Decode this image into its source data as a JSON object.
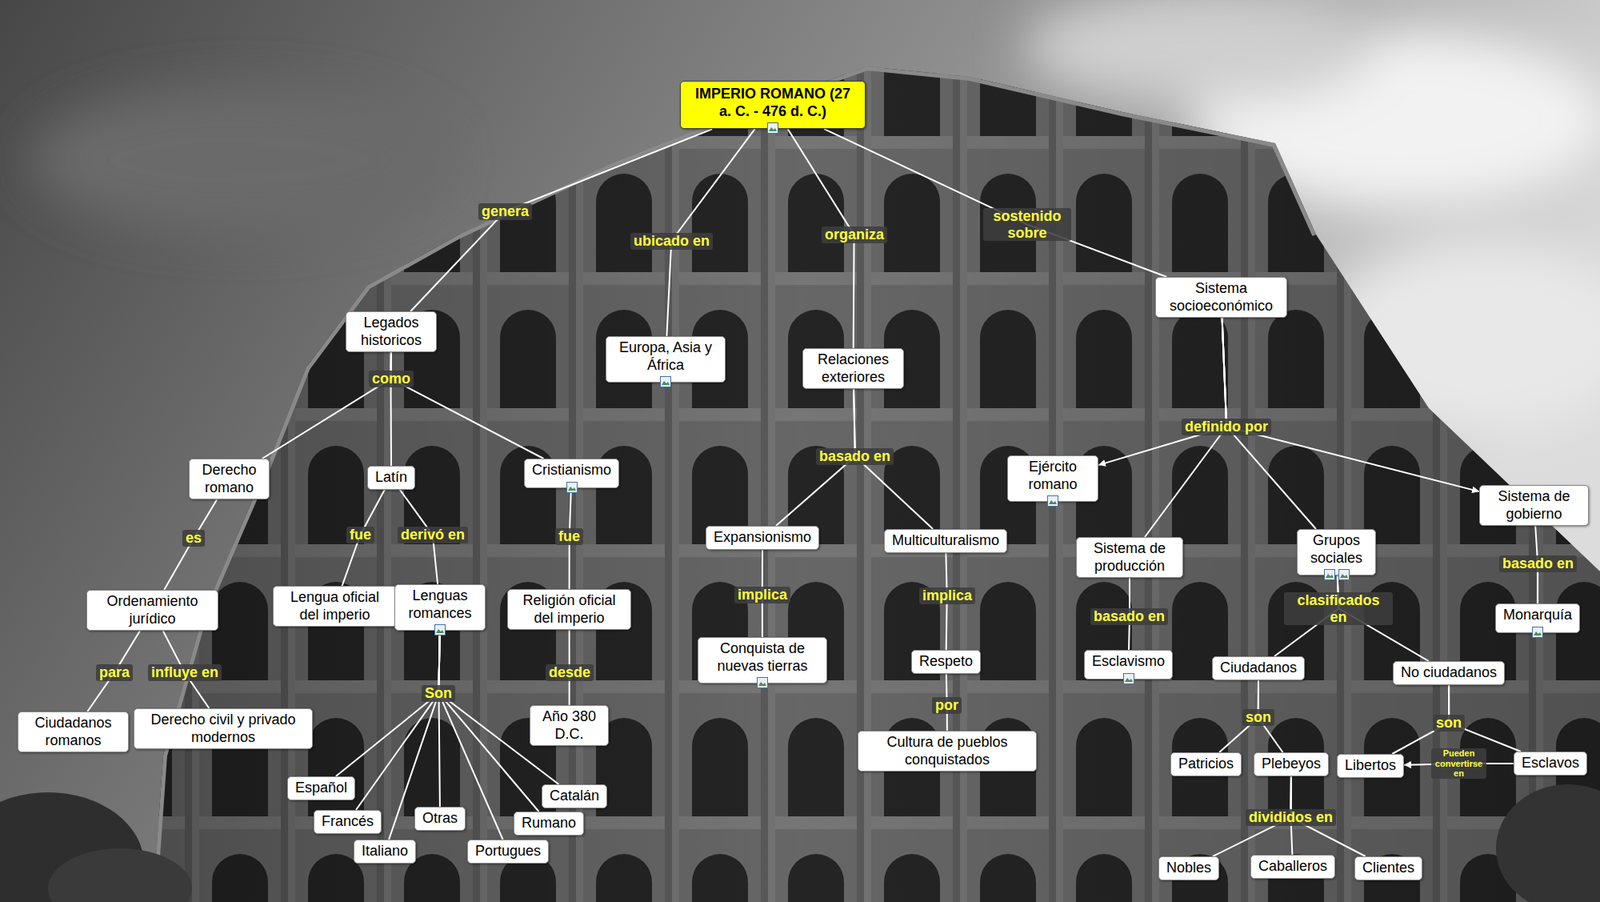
{
  "diagram": {
    "nodes": [
      {
        "text": [
          "IMPERIO ROMANO (27 a. C. - 476 d. C.)"
        ]
      },
      {
        "text": [
          "Legados historicos"
        ]
      },
      {
        "text": [
          "Europa, Asia y África"
        ]
      },
      {
        "text": [
          "Relaciones exteriores"
        ]
      },
      {
        "text": [
          "Sistema socioeconómico"
        ]
      },
      {
        "text": [
          "Derecho romano"
        ]
      },
      {
        "text": [
          "Latín"
        ]
      },
      {
        "text": [
          "Cristianismo"
        ]
      },
      {
        "text": [
          "Ejército romano"
        ]
      },
      {
        "text": [
          "Sistema de gobierno"
        ]
      },
      {
        "text": [
          "Expansionismo"
        ]
      },
      {
        "text": [
          "Multiculturalismo"
        ]
      },
      {
        "text": [
          "Sistema de producción"
        ]
      },
      {
        "text": [
          "Grupos sociales"
        ]
      },
      {
        "text": [
          "Ordenamiento jurídico"
        ]
      },
      {
        "text": [
          "Lengua oficial del imperio"
        ]
      },
      {
        "text": [
          "Lenguas romances"
        ]
      },
      {
        "text": [
          "Religión oficial del imperio"
        ]
      },
      {
        "text": [
          "Monarquía"
        ]
      },
      {
        "text": [
          "Conquista de nuevas tierras"
        ]
      },
      {
        "text": [
          "Respeto"
        ]
      },
      {
        "text": [
          "Esclavismo"
        ]
      },
      {
        "text": [
          "Ciudadanos"
        ]
      },
      {
        "text": [
          "No ciudadanos"
        ]
      },
      {
        "text": [
          "Ciudadanos romanos"
        ]
      },
      {
        "text": [
          "Derecho civil y privado modernos"
        ]
      },
      {
        "text": [
          "Año 380 D.C."
        ]
      },
      {
        "text": [
          "Cultura de pueblos conquistados"
        ]
      },
      {
        "text": [
          "Patricios"
        ]
      },
      {
        "text": [
          "Plebeyos"
        ]
      },
      {
        "text": [
          "Libertos"
        ]
      },
      {
        "text": [
          "Esclavos"
        ]
      },
      {
        "text": [
          "Español"
        ]
      },
      {
        "text": [
          "Catalán"
        ]
      },
      {
        "text": [
          "Francés"
        ]
      },
      {
        "text": [
          "Otras"
        ]
      },
      {
        "text": [
          "Rumano"
        ]
      },
      {
        "text": [
          "Italiano"
        ]
      },
      {
        "text": [
          "Portugues"
        ]
      },
      {
        "text": [
          "Nobles"
        ]
      },
      {
        "text": [
          "Caballeros"
        ]
      },
      {
        "text": [
          "Clientes"
        ]
      }
    ],
    "edges": [
      {
        "from": 0,
        "to": 1,
        "label": "genera",
        "arrow": "none"
      },
      {
        "from": 0,
        "to": 2,
        "label": "ubicado en",
        "arrow": "none"
      },
      {
        "from": 0,
        "to": 3,
        "label": "organiza",
        "arrow": "none"
      },
      {
        "from": 0,
        "to": 4,
        "label": "sostenido sobre",
        "arrow": "none"
      },
      {
        "from": 1,
        "to": 5,
        "arrow": "none"
      },
      {
        "from": 1,
        "to": 6,
        "label": "como",
        "arrow": "none"
      },
      {
        "from": 1,
        "to": 7,
        "arrow": "none"
      },
      {
        "from": 5,
        "to": 14,
        "label": "es",
        "arrow": "none"
      },
      {
        "from": 6,
        "to": 15,
        "label": "fue",
        "arrow": "none"
      },
      {
        "from": 6,
        "to": 16,
        "label": "derivó en",
        "arrow": "none"
      },
      {
        "from": 7,
        "to": 17,
        "label": "fue",
        "arrow": "none"
      },
      {
        "from": 14,
        "to": 24,
        "label": "para",
        "arrow": "none"
      },
      {
        "from": 14,
        "to": 25,
        "label": "influye en",
        "arrow": "none"
      },
      {
        "from": 16,
        "to": 32,
        "label": "Son",
        "arrow": "none"
      },
      {
        "from": 16,
        "to": 34,
        "arrow": "none"
      },
      {
        "from": 16,
        "to": 37,
        "arrow": "none"
      },
      {
        "from": 16,
        "to": 35,
        "arrow": "none"
      },
      {
        "from": 16,
        "to": 38,
        "arrow": "none"
      },
      {
        "from": 16,
        "to": 36,
        "arrow": "none"
      },
      {
        "from": 16,
        "to": 33,
        "arrow": "none"
      },
      {
        "from": 17,
        "to": 26,
        "label": "desde",
        "arrow": "none"
      },
      {
        "from": 3,
        "to": 10,
        "arrow": "none"
      },
      {
        "from": 3,
        "to": 11,
        "label": "basado en",
        "arrow": "none"
      },
      {
        "from": 10,
        "to": 19,
        "label": "implica",
        "arrow": "none"
      },
      {
        "from": 11,
        "to": 20,
        "label": "implica",
        "arrow": "none"
      },
      {
        "from": 20,
        "to": 27,
        "label": "por",
        "arrow": "none"
      },
      {
        "from": 4,
        "to": 8,
        "arrow": "to"
      },
      {
        "from": 4,
        "to": 12,
        "arrow": "none"
      },
      {
        "from": 4,
        "to": 13,
        "label": "definido por",
        "arrow": "none"
      },
      {
        "from": 4,
        "to": 9,
        "arrow": "to"
      },
      {
        "from": 9,
        "to": 18,
        "label": "basado en",
        "arrow": "none"
      },
      {
        "from": 12,
        "to": 21,
        "label": "basado en",
        "arrow": "none"
      },
      {
        "from": 13,
        "to": 22,
        "arrow": "none"
      },
      {
        "from": 13,
        "to": 23,
        "label": "clasificados en",
        "arrow": "none"
      },
      {
        "from": 22,
        "to": 28,
        "arrow": "none"
      },
      {
        "from": 22,
        "to": 29,
        "label": "son",
        "arrow": "none"
      },
      {
        "from": 23,
        "to": 30,
        "arrow": "none"
      },
      {
        "from": 23,
        "to": 31,
        "label": "son",
        "arrow": "none"
      },
      {
        "from": 31,
        "to": 30,
        "label": "Pueden convertirse en",
        "arrow": "to"
      },
      {
        "from": 29,
        "to": 39,
        "arrow": "none"
      },
      {
        "from": 29,
        "to": 40,
        "label": "divididos en",
        "arrow": "none"
      },
      {
        "from": 29,
        "to": 41,
        "arrow": "none"
      }
    ]
  }
}
